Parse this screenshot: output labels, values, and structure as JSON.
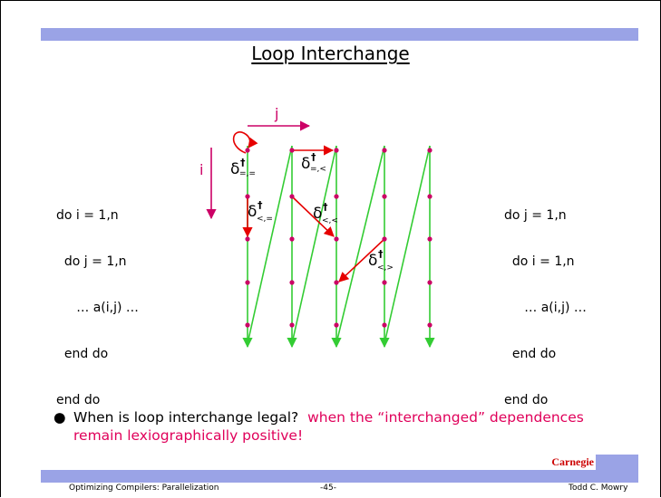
{
  "slide": {
    "title": "Loop Interchange",
    "left_code": [
      "do i = 1,n",
      "  do j = 1,n",
      "     … a(i,j) …",
      "  end do",
      "end do"
    ],
    "right_code": [
      "do j = 1,n",
      "  do i = 1,n",
      "     … a(i,j) …",
      "  end do",
      "end do"
    ],
    "diagram": {
      "i_label": "i",
      "j_label": "j",
      "delta_symbol": "δ",
      "dagger": "†",
      "deps": [
        {
          "sub": "=,="
        },
        {
          "sub": "=,<"
        },
        {
          "sub": "<,="
        },
        {
          "sub": "<,<"
        },
        {
          "sub": "<,>"
        }
      ],
      "colors": {
        "green": "#33cc33",
        "red": "#e60000",
        "magenta": "#cc0066",
        "dot": "#cc0066"
      }
    },
    "bullet_question": "When is loop interchange legal?",
    "bullet_answer": "when the “interchanged” dependences remain lexiographically positive!",
    "bullet_marker": "●"
  },
  "footer": {
    "left": "Optimizing Compilers: Parallelization",
    "center": "-45-",
    "right": "Todd C. Mowry",
    "brand": "Carnegie Mellon"
  }
}
